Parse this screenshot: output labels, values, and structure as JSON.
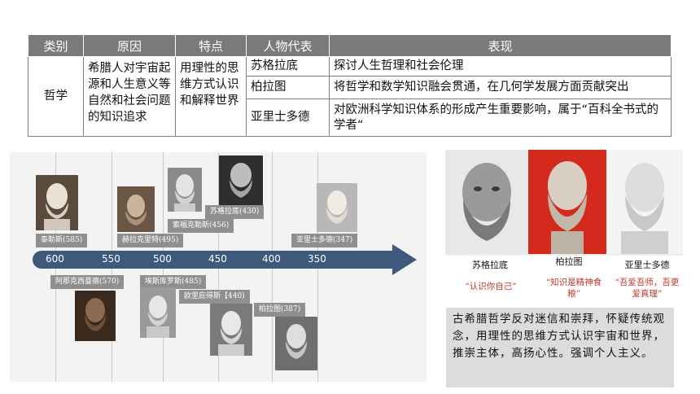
{
  "table": {
    "headers": [
      "类别",
      "原因",
      "特点",
      "人物代表",
      "表现"
    ],
    "category": "哲学",
    "reason": "希腊人对宇宙起源和人生意义等自然和社会问题的知识追求",
    "feature": "用理性的思维方式认识和解释世界",
    "rows": [
      {
        "person": "苏格拉底",
        "expression": "探讨人生哲理和社会伦理"
      },
      {
        "person": "柏拉图",
        "expression": "将哲学和数学知识融会贯通，在几何学发展方面贡献突出"
      },
      {
        "person": "亚里士多德",
        "expression": "对欧洲科学知识体系的形成产生重要影响，属于“百科全书式的学者“"
      }
    ]
  },
  "timeline": {
    "ticks": [
      "600",
      "550",
      "500",
      "450",
      "400",
      "350"
    ],
    "upper_labels": [
      "泰勒斯(585)",
      "赫拉克里特(495)",
      "索福克勒斯(456)",
      "苏格拉底(430)",
      "亚里士多德(347)"
    ],
    "lower_labels": [
      "阿那克西曼德(570)",
      "埃斯库罗斯(485)",
      "欧里庇得斯【440)",
      "柏拉图(387)"
    ]
  },
  "busts": {
    "names": [
      "苏格拉底",
      "柏拉图",
      "亚里士多德"
    ],
    "quotes": [
      "“认识你自己”",
      "“知识是精神食粮”",
      "“吾爱吾师，吾更爱真理”"
    ]
  },
  "summary": "古希腊哲学反对迷信和崇拜，怀疑传统观念，用理性的思维方式认识宇宙和世界，推崇主体，高扬心性。强调个人主义。",
  "colors": {
    "header_bg": "#7a7a7a",
    "arrow": "#3d5a7c",
    "quote": "#c0392b",
    "summary_bg": "#dcdcdc"
  }
}
